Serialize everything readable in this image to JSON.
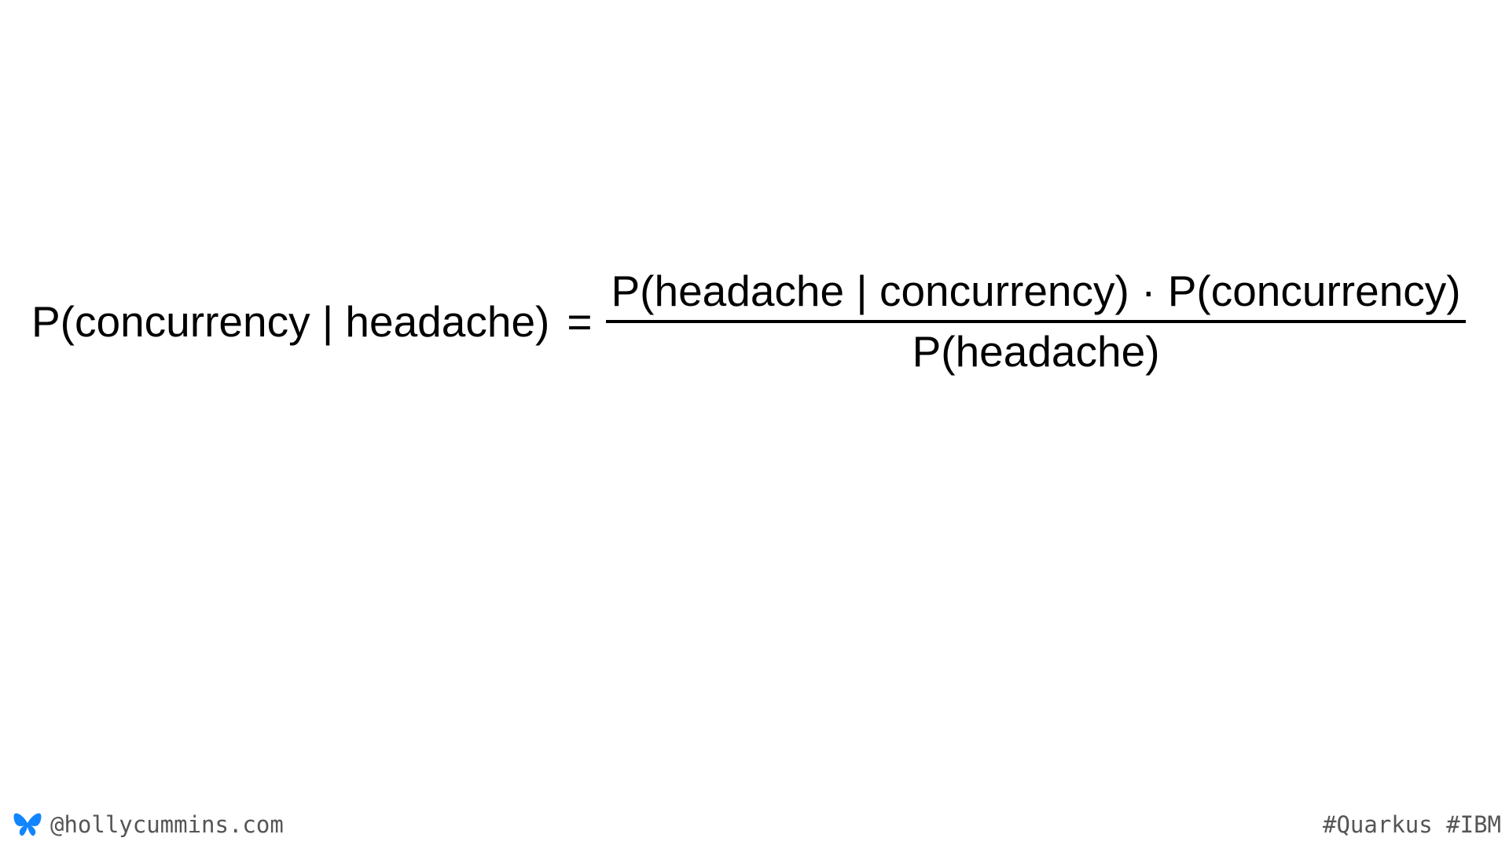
{
  "equation": {
    "lhs": "P(concurrency | headache)",
    "equals": "=",
    "numerator": "P(headache | concurrency) · P(concurrency)",
    "denominator": "P(headache)"
  },
  "footer": {
    "handle_icon": "bluesky-butterfly-icon",
    "handle": "@hollycummins.com",
    "tags": "#Quarkus #IBM"
  },
  "colors": {
    "icon": "#1185fe",
    "footer_text": "#555555"
  }
}
